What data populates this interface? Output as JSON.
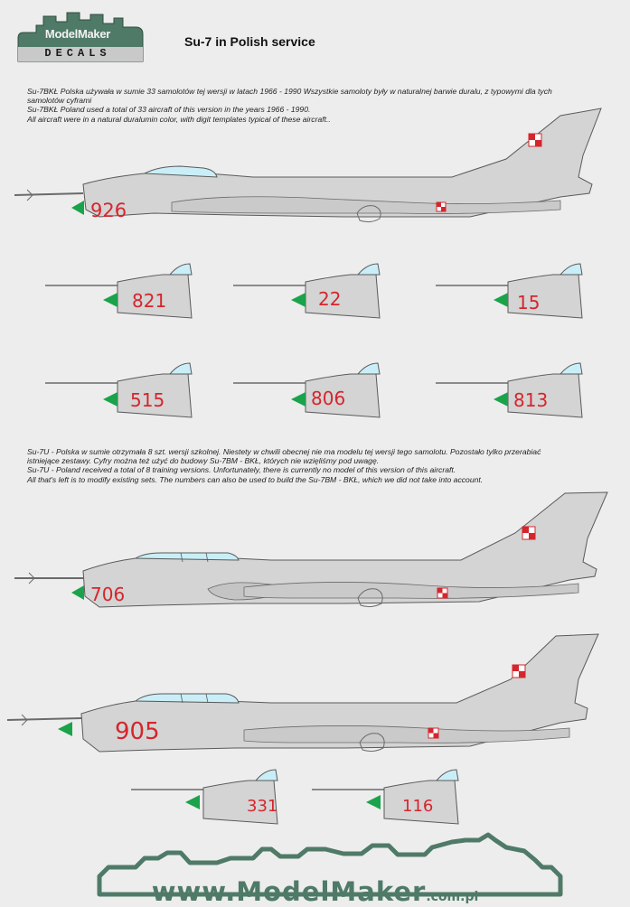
{
  "logo": {
    "title": "ModelMaker",
    "subtitle": "DECALS",
    "badge_color": "#4f7a68"
  },
  "page_title": "Su-7 in Polish service",
  "section1": {
    "lines": [
      "Su-7BKŁ Polska używała w sumie 33 samolotów tej wersji w latach 1966 - 1990 Wszystkie samoloty były w naturalnej barwie duralu, z typowymi dla tych",
      "samolotów cyframi",
      "Su-7BKŁ Poland used a total of 33 aircraft of this version in the years 1966 - 1990.",
      "All aircraft were in a natural duralumin color, with digit templates typical of these aircraft.."
    ]
  },
  "section2": {
    "lines": [
      "Su-7U - Polska w sumie otrzymała 8 szt. wersji szkolnej. Niestety w chwili obecnej nie ma modelu tej wersji tego samolotu. Pozostało tylko przerabiać",
      "istniejące zestawy. Cyfry można też użyć do budowy Su-7BM - BKŁ, których nie wzięliśmy pod uwagę.",
      "Su-7U - Poland received a total of 8 training versions. Unfortunately, there is currently no model of this version of this aircraft.",
      "All that's left is to modify existing sets. The numbers can also be used to build the Su-7BM - BKŁ, which we did not take into account."
    ]
  },
  "aircraft": {
    "a926": "926",
    "a706": "706",
    "a905": "905"
  },
  "noses": {
    "n821": "821",
    "n22": "22",
    "n15": "15",
    "n515": "515",
    "n806": "806",
    "n813": "813",
    "n331": "331",
    "n116": "116"
  },
  "footer": {
    "main": "www.ModelMaker",
    "tld": ".com.pl"
  },
  "colors": {
    "airframe": "#d3d4d3",
    "outline": "#5a5a5a",
    "digits": "#d6252d",
    "nose_cone": "#1aa34a",
    "brand": "#4f7a68"
  }
}
